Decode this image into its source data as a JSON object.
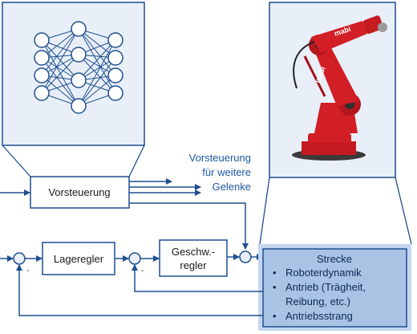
{
  "colors": {
    "line": "#1f4f8f",
    "panel_fill": "#e9eff8",
    "panel_stroke": "#1f4f8f",
    "plant_fill": "#a9c3e4",
    "plant_border": "#c5d6ee",
    "robot_red": "#d21f26",
    "node_fill": "#e9eff8"
  },
  "blocks": {
    "feedforward": "Vorsteuerung",
    "position_controller": "Lageregler",
    "speed_controller_line1": "Geschw.-",
    "speed_controller_line2": "regler"
  },
  "feedforward_other_joints": {
    "line1": "Vorsteuerung",
    "line2": "für weitere",
    "line3": "Gelenke"
  },
  "plant": {
    "title": "Strecke",
    "items": [
      {
        "bullet": "•",
        "text": "Roboterdynamik"
      },
      {
        "bullet": "•",
        "text": "Antrieb (Trägheit,"
      },
      {
        "bullet": "",
        "text": "Reibung, etc.)"
      },
      {
        "bullet": "•",
        "text": "Antriebsstrang"
      }
    ]
  },
  "summing_signs": {
    "sum1_minus": "-",
    "sum2_minus": "-"
  },
  "robot_logo": "mabi",
  "icons": {
    "neural_network": "neural-network-icon",
    "robot_arm": "industrial-robot-image"
  }
}
